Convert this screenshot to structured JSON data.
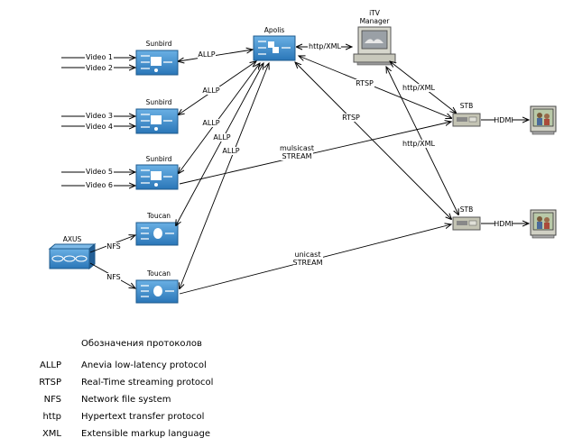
{
  "nodes": {
    "sunbird1": "Sunbird",
    "sunbird2": "Sunbird",
    "sunbird3": "Sunbird",
    "toucan1": "Toucan",
    "toucan2": "Toucan",
    "apolis": "Apolis",
    "itv_manager_line1": "iTV",
    "itv_manager_line2": "Manager",
    "axus": "AXUS",
    "stb1": "STB",
    "stb2": "STB"
  },
  "inputs": {
    "video1": "Video 1",
    "video2": "Video 2",
    "video3": "Video 3",
    "video4": "Video 4",
    "video5": "Video 5",
    "video6": "Video 6"
  },
  "edges": {
    "allp1": "ALLP",
    "allp2": "ALLP",
    "allp3": "ALLP",
    "allp4": "ALLP",
    "allp5": "ALLP",
    "http_xml_apolis": "http/XML",
    "rtsp1": "RTSP",
    "rtsp2": "RTSP",
    "http_xml_stb1": "http/XML",
    "http_xml_stb2": "http/XML",
    "multicast_line1": "mulsicast",
    "multicast_line2": "STREAM",
    "unicast_line1": "unicast",
    "unicast_line2": "STREAM",
    "nfs1": "NFS",
    "nfs2": "NFS",
    "hdmi1": "HDMI",
    "hdmi2": "HDMI"
  },
  "legend": {
    "title": "Обозначения протоколов",
    "items": [
      {
        "abbr": "ALLP",
        "desc": "Anevia low-latency protocol"
      },
      {
        "abbr": "RTSP",
        "desc": "Real-Time streaming protocol"
      },
      {
        "abbr": "NFS",
        "desc": "Network file system"
      },
      {
        "abbr": "http",
        "desc": "Hypertext transfer protocol"
      },
      {
        "abbr": "XML",
        "desc": "Extensible markup language"
      }
    ]
  },
  "colors": {
    "device_blue": "#2f7fc1",
    "device_blue_light": "#5fa6dc",
    "stb_grey": "#b8b8a8"
  }
}
